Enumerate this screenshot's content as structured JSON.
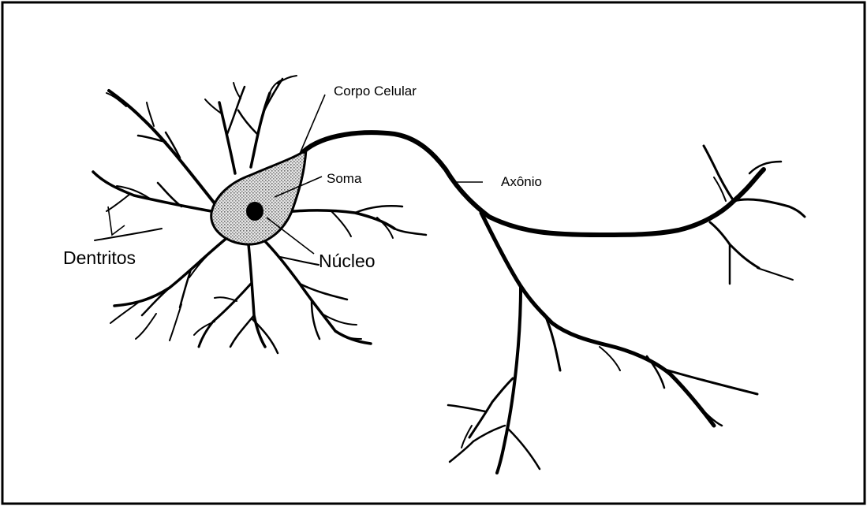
{
  "labels": {
    "cell_body": "Corpo Celular",
    "soma": "Soma",
    "axon": "Axônio",
    "nucleus": "Núcleo",
    "dendrites": "Dentritos"
  },
  "colors": {
    "ink": "#000000",
    "soma_fill": "#bdbdbd",
    "frame": "#000000",
    "background": "#ffffff"
  }
}
